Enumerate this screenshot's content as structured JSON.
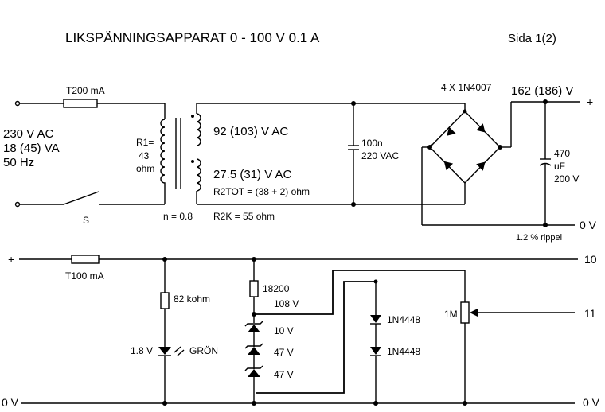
{
  "header": {
    "title": "LIKSPÄNNINGSAPPARAT  0 - 100 V  0.1 A",
    "page": "Sida    1(2)"
  },
  "input": {
    "voltage": "230 V  AC",
    "power": "18 (45) VA",
    "freq": "50 Hz",
    "fuse": "T200 mA",
    "switch": "S"
  },
  "transformer": {
    "r1_line1": "R1=",
    "r1_line2": "43",
    "r1_line3": "ohm",
    "sec1": "92 (103) V AC",
    "sec2": "27.5 (31) V AC",
    "r2tot": "R2TOT = (38 + 2) ohm",
    "ratio": "n  =  0.8",
    "r2k": "R2K = 55 ohm"
  },
  "rectifier": {
    "cap1_line1": "100n",
    "cap1_line2": "220 VAC",
    "bridge": "4 X 1N4007",
    "out_voltage": "162 (186) V",
    "plus": "+",
    "cap2_line1": "470",
    "cap2_line2": "uF",
    "cap2_line3": "200 V",
    "zero": "0 V",
    "ripple": "1.2 % rippel"
  },
  "regulator": {
    "plus": "+",
    "fuse": "T100 mA",
    "r_led": "82 kohm",
    "led_v": "1.8 V",
    "led_color": "GRÖN",
    "r_zener": "18200",
    "v108": "108 V",
    "z1": "10 V",
    "z2": "47 V",
    "z3": "47 V",
    "d1": "1N4448",
    "d2": "1N4448",
    "pot": "1M",
    "pin10": "10",
    "pin11": "11",
    "zero_left": "0 V",
    "zero_right": "0 V"
  }
}
